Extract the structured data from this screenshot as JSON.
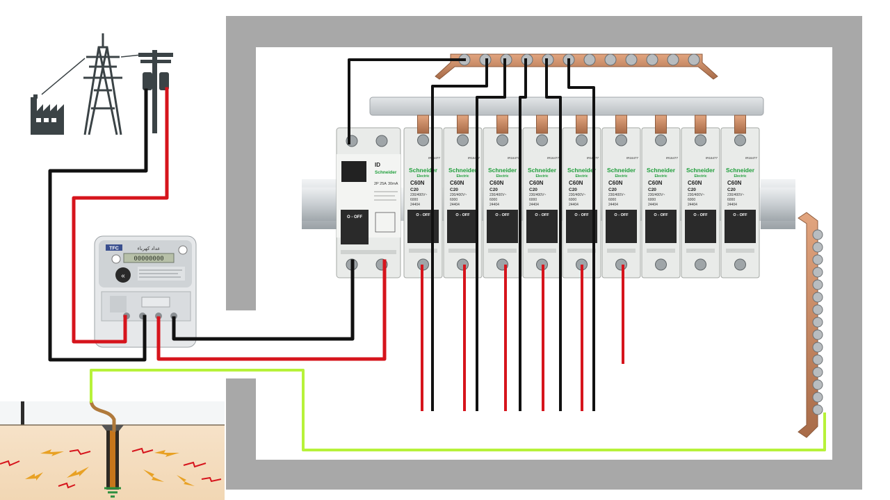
{
  "colors": {
    "enclosure": "#a8a8a8",
    "wire_live": "#d6141c",
    "wire_neutral": "#111111",
    "wire_earth": "#b7f23a",
    "copper": "#c98a64",
    "breaker_body": "#e9ebe9",
    "brand_green": "#1f9e3a"
  },
  "icons": [
    "factory-icon",
    "transmission-tower-icon",
    "utility-pole-icon",
    "earth-rod-icon"
  ],
  "meter": {
    "brand": "TFC",
    "title_ar": "عداد كهرباء",
    "display": "00000000"
  },
  "rcd": {
    "model": "ID",
    "brand": "Schneider",
    "rating": "2P 25A",
    "sensitivity": "30mA",
    "switch_label": "O - OFF"
  },
  "breakers": {
    "brand": "Schneider",
    "brand_sub": "Electric",
    "model": "C60N",
    "curve": "C20",
    "voltage": "230/400V~",
    "capacity": "6000",
    "code": "24404",
    "ref": "IR16477",
    "switch_label": "O - OFF",
    "count": 9
  }
}
